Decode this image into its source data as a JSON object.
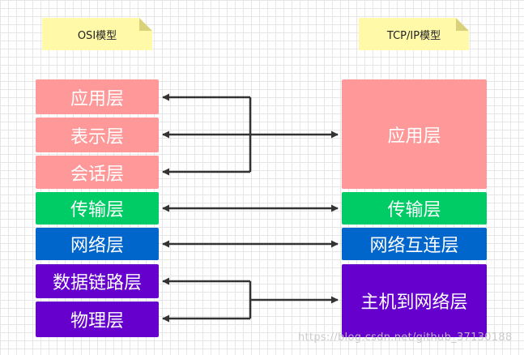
{
  "notes": {
    "osi": "OSI模型",
    "tcpip": "TCP/IP模型"
  },
  "osi_layers": [
    {
      "label": "应用层",
      "color": "#ff9999"
    },
    {
      "label": "表示层",
      "color": "#ff9999"
    },
    {
      "label": "会话层",
      "color": "#ff9999"
    },
    {
      "label": "传输层",
      "color": "#00cc66"
    },
    {
      "label": "网络层",
      "color": "#0066cc"
    },
    {
      "label": "数据链路层",
      "color": "#6600cc"
    },
    {
      "label": "物理层",
      "color": "#6600cc"
    }
  ],
  "tcpip_layers": [
    {
      "label": "应用层",
      "color": "#ff9999"
    },
    {
      "label": "传输层",
      "color": "#00cc66"
    },
    {
      "label": "网络互连层",
      "color": "#0066cc"
    },
    {
      "label": "主机到网络层",
      "color": "#6600cc"
    }
  ],
  "watermark": "https://blog.csdn.net/github_37130188"
}
